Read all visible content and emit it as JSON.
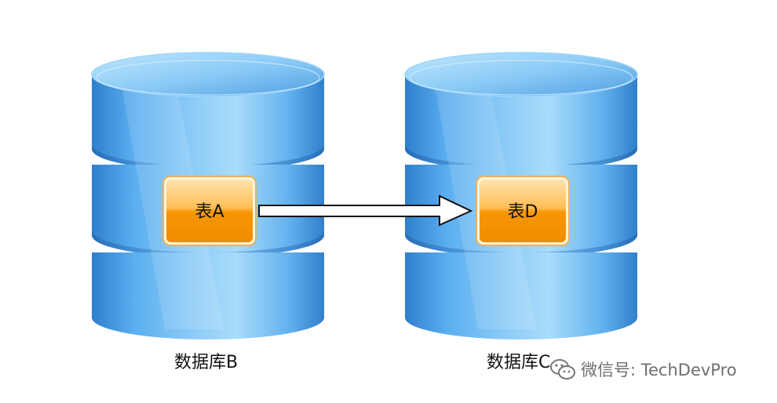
{
  "databases": [
    {
      "label": "数据库B",
      "table_label": "表A"
    },
    {
      "label": "数据库C",
      "table_label": "表D"
    }
  ],
  "arrow": {
    "from": "表A",
    "to": "表D"
  },
  "watermark": {
    "text": "微信号: TechDevPro",
    "icon": "wechat-icon"
  },
  "colors": {
    "cylinder_light": "#a9dcfb",
    "cylinder_mid": "#5aaef0",
    "cylinder_dark": "#2f7fcb",
    "table_orange": "#f59a0c",
    "table_highlight": "#ffd486",
    "table_border": "#e8b25a"
  }
}
